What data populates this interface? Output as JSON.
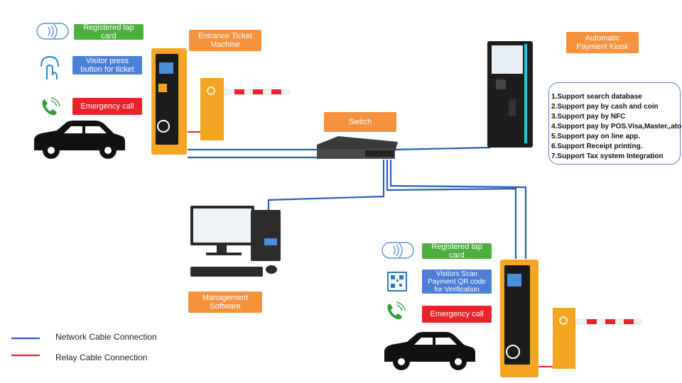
{
  "labels": {
    "entrance_machine": "Entrance Ticket Machine",
    "payment_kiosk": "Automatic Payment Kiosk",
    "switch": "Switch",
    "management_software": "Management Software",
    "registered_tap_card_top": "Registered tap card",
    "visitor_press_button": "Visitor press button for ticket",
    "emergency_call_top": "Emergency call",
    "registered_tap_card_bottom": "Registered tap card",
    "visitors_scan_qr": "Visitors Scan Payment QR code for Verification",
    "emergency_call_bottom": "Emergency call"
  },
  "kiosk_features": [
    "1.Support search database",
    "2.Support pay by cash and coin",
    "3.Support pay by NFC",
    "4.Support pay by POS.Visa,Master,,ato",
    "5.Support pay on line app.",
    "6.Support Receipt printing.",
    "7.Support Tax system Integration"
  ],
  "legend": [
    {
      "label": "Network Cable Connection",
      "color": "#2a5db8"
    },
    {
      "label": "Relay Cable Connection",
      "color": "#e8232a"
    }
  ],
  "colors": {
    "network": "#2a5db8",
    "relay": "#e8232a",
    "orange": "#f5923e",
    "machine": "#f4a623"
  }
}
